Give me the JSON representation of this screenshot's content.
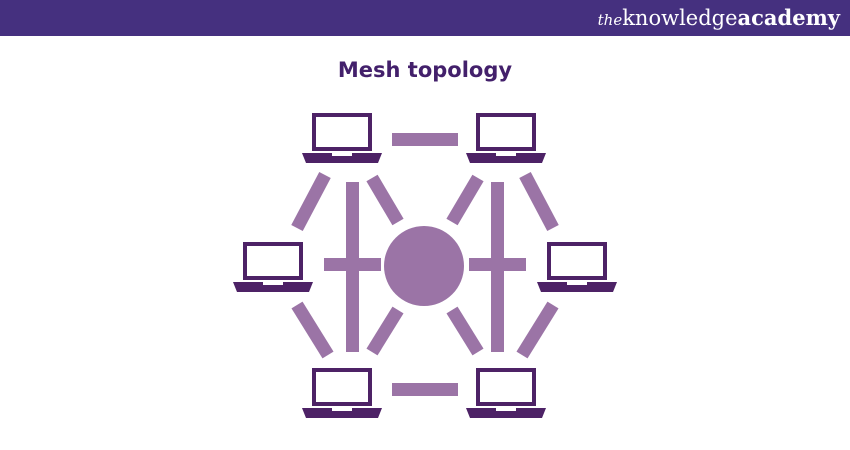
{
  "brand": {
    "prefix": "the",
    "part1": "knowledge",
    "part2": "academy"
  },
  "title": "Mesh topology",
  "colors": {
    "header_bg": "#45307f",
    "title": "#43206b",
    "laptop": "#4d2266",
    "link": "#9b74a6",
    "hub": "#9b74a6"
  },
  "diagram": {
    "type": "mesh",
    "nodes": [
      "laptop-top-left",
      "laptop-top-right",
      "laptop-mid-left",
      "laptop-mid-right",
      "laptop-bottom-left",
      "laptop-bottom-right"
    ],
    "center": "hub"
  }
}
